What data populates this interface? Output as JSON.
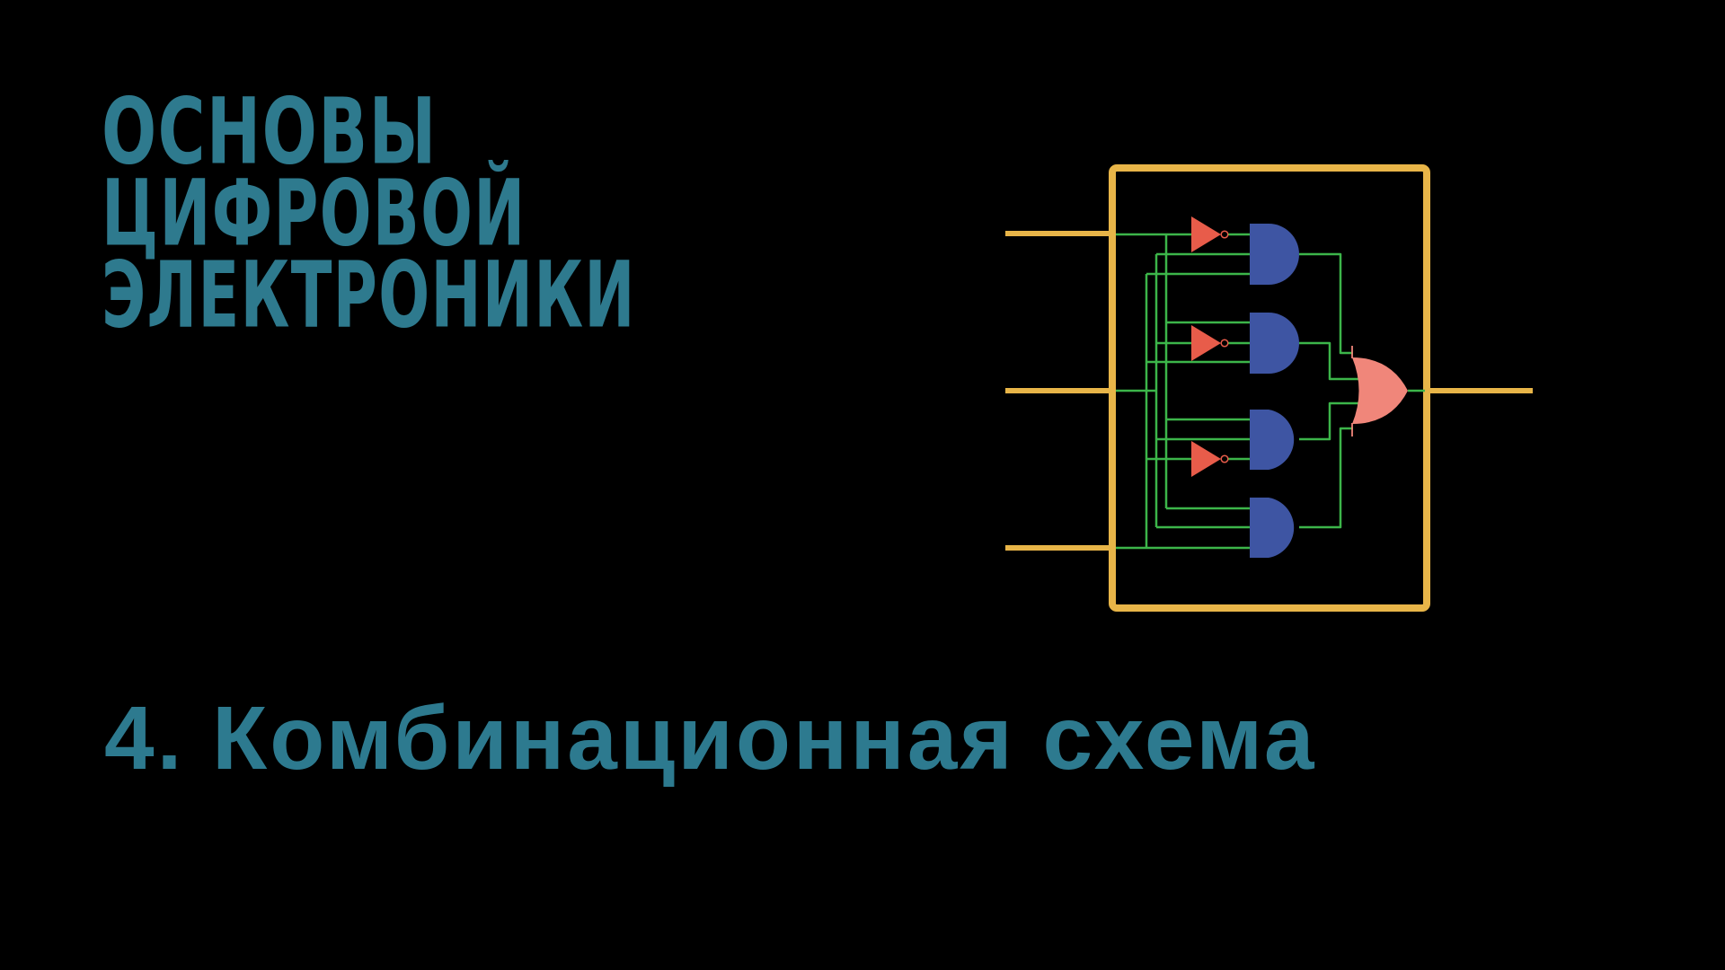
{
  "slide": {
    "title_lines": [
      "ОСНОВЫ",
      "ЦИФРОВОЙ",
      "ЭЛЕКТРОНИКИ"
    ],
    "subtitle": "4. Комбинационная схема"
  },
  "diagram": {
    "type": "combinational-logic-circuit",
    "inputs": 3,
    "outputs": 1,
    "components": {
      "not_gates": 3,
      "and_gates": 4,
      "or_gates": 1
    },
    "colors": {
      "background": "#000000",
      "title_text": "#2e7a8e",
      "module_box": "#e8b548",
      "wires": "#3cb54a",
      "not_gate": "#e85c4a",
      "and_gate": "#3e55a3",
      "or_gate": "#f0867a"
    }
  }
}
